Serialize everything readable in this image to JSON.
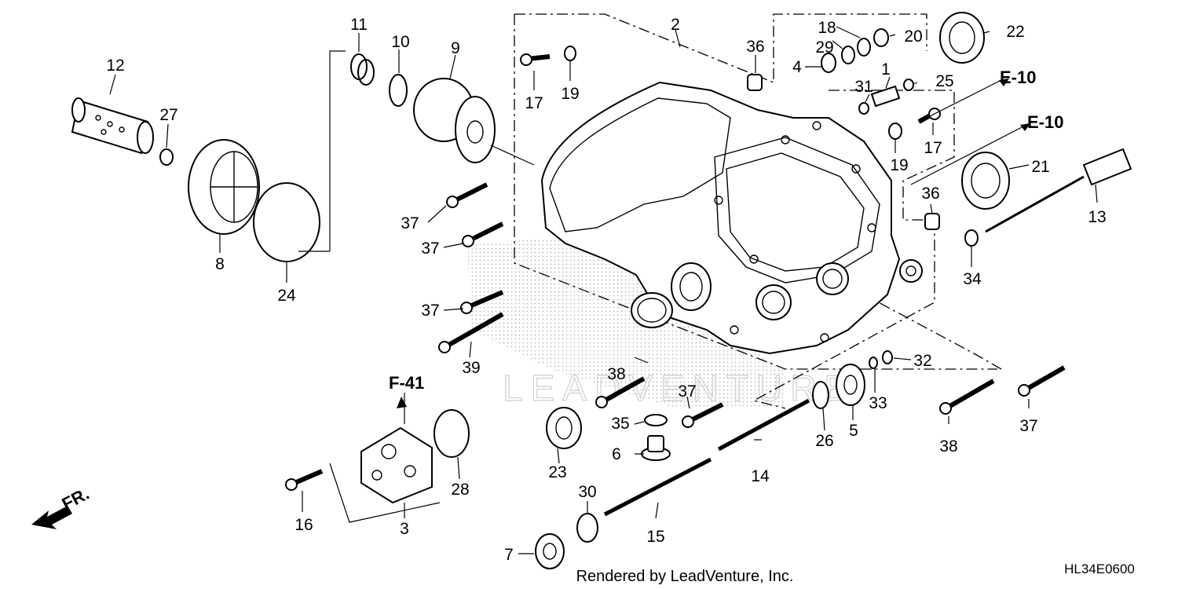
{
  "diagram": {
    "part_numbers": [
      "1",
      "2",
      "3",
      "4",
      "5",
      "6",
      "7",
      "8",
      "9",
      "10",
      "11",
      "12",
      "13",
      "14",
      "15",
      "16",
      "17",
      "17",
      "18",
      "19",
      "19",
      "20",
      "21",
      "22",
      "23",
      "24",
      "25",
      "26",
      "27",
      "28",
      "29",
      "30",
      "31",
      "32",
      "33",
      "34",
      "35",
      "36",
      "36",
      "37",
      "37",
      "37",
      "37",
      "37",
      "38",
      "38",
      "39"
    ],
    "references": {
      "e10_top": "E-10",
      "e10_mid": "E-10",
      "f41": "F-41"
    },
    "direction_label": "FR.",
    "watermark": "LEADVENTURE",
    "credit": "Rendered by LeadVenture, Inc.",
    "diagram_code": "HL34E0600",
    "colors": {
      "line": "#000000",
      "background": "#ffffff",
      "stipple": "#b9b9b9"
    }
  }
}
